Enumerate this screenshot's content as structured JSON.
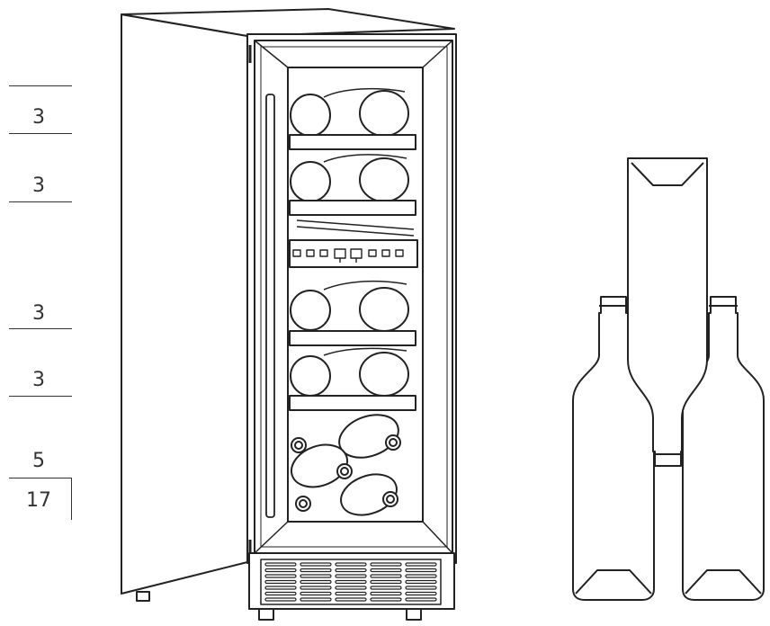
{
  "capacity_labels": [
    {
      "id": "shelf-1",
      "value": "3"
    },
    {
      "id": "shelf-2",
      "value": "3"
    },
    {
      "id": "shelf-3",
      "value": "3"
    },
    {
      "id": "shelf-4",
      "value": "3"
    },
    {
      "id": "bottom-rack",
      "value": "5"
    },
    {
      "id": "total",
      "value": "17"
    }
  ],
  "colors": {
    "line": "#222222",
    "background": "#ffffff"
  }
}
